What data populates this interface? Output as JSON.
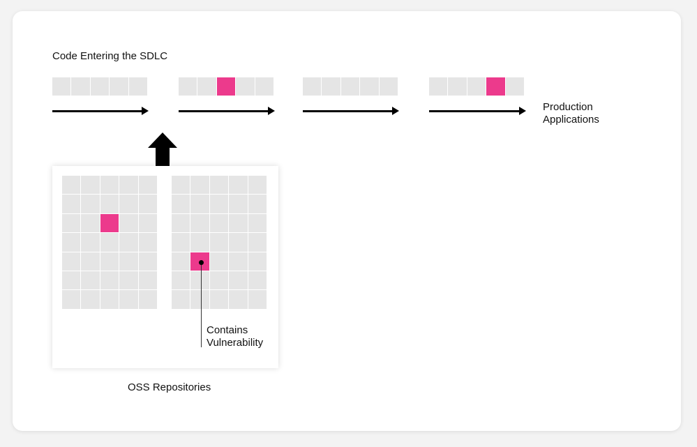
{
  "diagram": {
    "title": "Code Entering the SDLC",
    "production_label_line1": "Production",
    "production_label_line2": "Applications",
    "vulnerability_label_line1": "Contains",
    "vulnerability_label_line2": "Vulnerability",
    "repositories_label": "OSS Repositories",
    "stages": [
      {
        "cells": 5,
        "highlighted_index": null
      },
      {
        "cells": 5,
        "highlighted_index": 2
      },
      {
        "cells": 5,
        "highlighted_index": null
      },
      {
        "cells": 5,
        "highlighted_index": 3
      }
    ],
    "repositories": [
      {
        "columns": 5,
        "rows": 7,
        "highlighted": {
          "row": 2,
          "col": 2
        }
      },
      {
        "columns": 5,
        "rows": 7,
        "highlighted": {
          "row": 4,
          "col": 1
        }
      }
    ]
  },
  "colors": {
    "cell": "#e5e5e5",
    "vulnerable": "#ec3a8c",
    "arrow": "#000000",
    "card": "#ffffff",
    "background": "#f3f3f3"
  }
}
